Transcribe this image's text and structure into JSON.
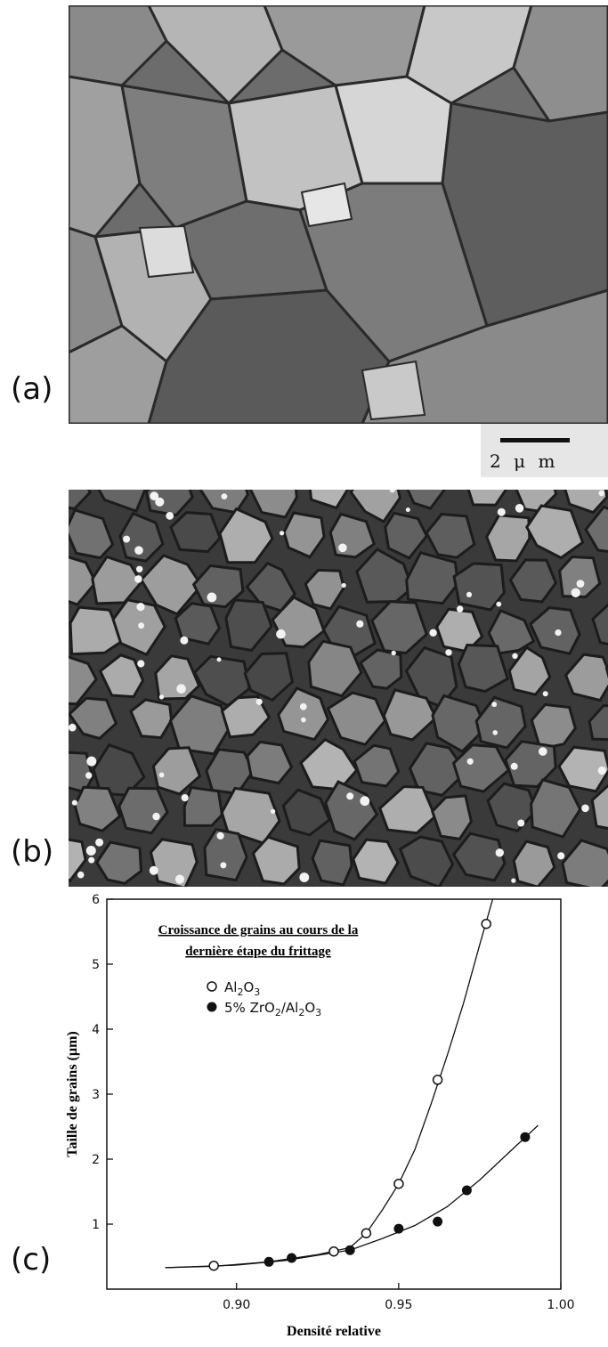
{
  "panels": {
    "a": {
      "label": "(a)"
    },
    "b": {
      "label": "(b)"
    },
    "c": {
      "label": "(c)"
    }
  },
  "scalebar": {
    "text": "2 μ m"
  },
  "chart_data": {
    "type": "scatter",
    "title_lines": [
      "Croissance de grains au cours de la",
      "dernière étape du frittage"
    ],
    "xlabel": "Densité relative",
    "ylabel": "Taille de grains (µm)",
    "xlim": [
      0.86,
      1.0
    ],
    "ylim": [
      0,
      6
    ],
    "xticks": [
      0.9,
      0.95,
      1.0
    ],
    "xtick_labels": [
      "0.90",
      "0.95",
      "1.00"
    ],
    "yticks": [
      1,
      2,
      3,
      4,
      5,
      6
    ],
    "ytick_labels": [
      "1",
      "2",
      "3",
      "4",
      "5",
      "6"
    ],
    "grid": false,
    "legend_position": "top-left",
    "series": [
      {
        "name": "Al2O3",
        "legend_parts": [
          [
            "Al",
            ""
          ],
          [
            "2",
            "sub"
          ],
          [
            "O",
            ""
          ],
          [
            "3",
            "sub"
          ]
        ],
        "marker": "open-circle",
        "x": [
          0.893,
          0.93,
          0.94,
          0.95,
          0.962,
          0.977
        ],
        "y": [
          0.36,
          0.58,
          0.86,
          1.62,
          3.22,
          5.62
        ],
        "curve_x": [
          0.878,
          0.893,
          0.91,
          0.925,
          0.935,
          0.94,
          0.945,
          0.95,
          0.955,
          0.96,
          0.965,
          0.97,
          0.975,
          0.979
        ],
        "curve_y": [
          0.33,
          0.35,
          0.42,
          0.53,
          0.64,
          0.86,
          1.22,
          1.62,
          2.15,
          2.85,
          3.6,
          4.4,
          5.3,
          6.0
        ]
      },
      {
        "name": "5% ZrO2/Al2O3",
        "legend_parts": [
          [
            "5% ZrO",
            ""
          ],
          [
            "2",
            "sub"
          ],
          [
            "/Al",
            ""
          ],
          [
            "2",
            "sub"
          ],
          [
            "O",
            ""
          ],
          [
            "3",
            "sub"
          ]
        ],
        "marker": "filled-circle",
        "x": [
          0.91,
          0.917,
          0.935,
          0.95,
          0.962,
          0.971,
          0.989
        ],
        "y": [
          0.42,
          0.48,
          0.6,
          0.93,
          1.04,
          1.52,
          2.34
        ],
        "curve_x": [
          0.878,
          0.9,
          0.915,
          0.925,
          0.935,
          0.945,
          0.955,
          0.965,
          0.975,
          0.985,
          0.993
        ],
        "curve_y": [
          0.33,
          0.37,
          0.44,
          0.52,
          0.6,
          0.78,
          0.98,
          1.27,
          1.68,
          2.15,
          2.52
        ]
      }
    ]
  }
}
